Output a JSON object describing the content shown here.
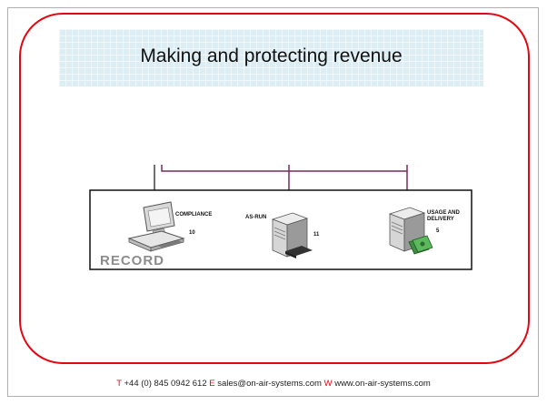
{
  "title": "Making and protecting revenue",
  "nodes": [
    {
      "label": "COMPLIANCE",
      "count": "10",
      "icon": "computer-workstation-icon"
    },
    {
      "label": "AS-RUN",
      "count": "11",
      "icon": "server-tower-icon"
    },
    {
      "label": "USAGE AND DELIVERY",
      "count": "5",
      "icon": "server-tower-with-money-icon"
    }
  ],
  "record_label": "RECORD",
  "footer": {
    "t_letter": "T",
    "phone": "+44 (0) 845 0942 612",
    "e_letter": "E",
    "email": "sales@on-air-systems.com",
    "w_letter": "W",
    "website": "www.on-air-systems.com"
  },
  "colors": {
    "frame": "#e30613",
    "connector": "#7a2a5a",
    "title_bg": "#dcedf4"
  }
}
